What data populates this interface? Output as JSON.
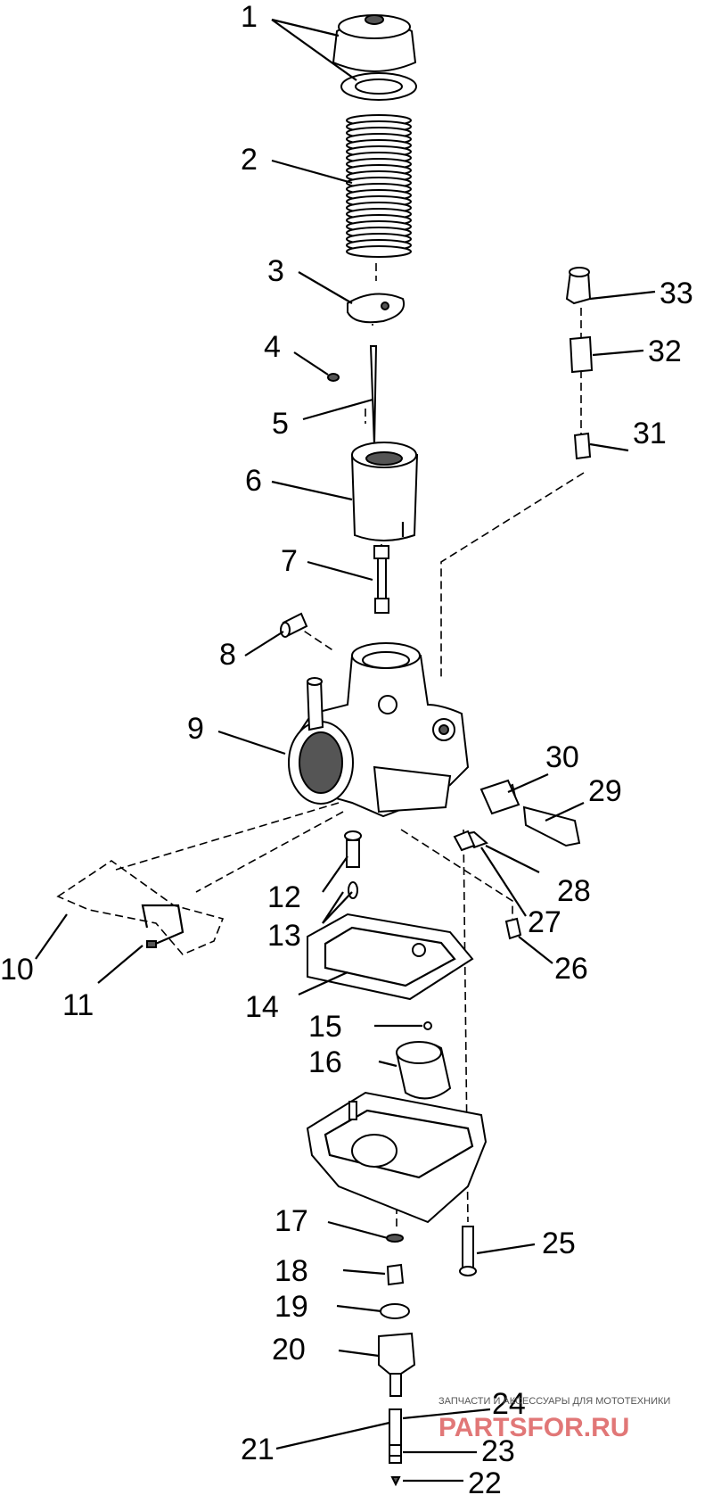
{
  "labels": [
    "1",
    "2",
    "3",
    "4",
    "5",
    "6",
    "7",
    "8",
    "9",
    "10",
    "11",
    "12",
    "13",
    "14",
    "15",
    "16",
    "17",
    "18",
    "19",
    "20",
    "21",
    "22",
    "23",
    "24",
    "25",
    "26",
    "27",
    "28",
    "29",
    "30",
    "31",
    "32",
    "33"
  ],
  "watermark": {
    "tagline": "ЗАПЧАСТИ И АКСЕССУАРЫ ДЛЯ МОТОТЕХНИКИ",
    "brand": "PARTSFOR.RU",
    "color": "#d84a4a"
  }
}
